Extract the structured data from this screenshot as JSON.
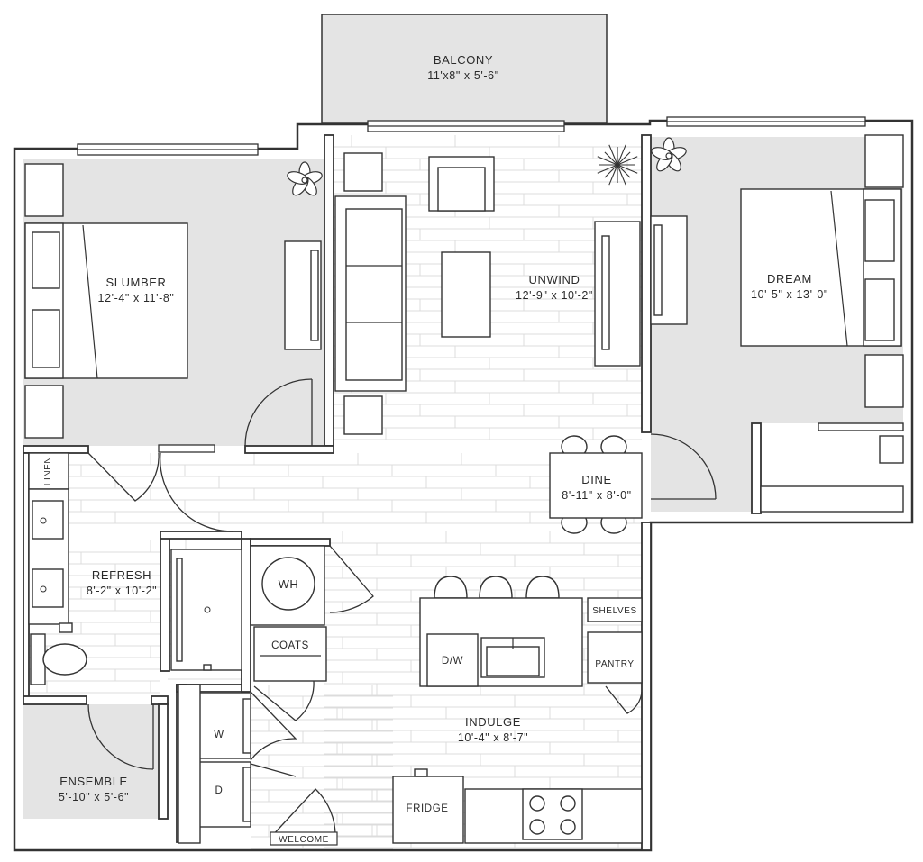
{
  "colors": {
    "carpet": "#e4e4e4",
    "wood_floor": "#ffffff",
    "wall": "#333333",
    "balcony": "#e4e4e4"
  },
  "rooms": {
    "balcony": {
      "name": "BALCONY",
      "dims": "11'x8\" x 5'-6\""
    },
    "unwind": {
      "name": "UNWIND",
      "dims": "12'-9\" x 10'-2\""
    },
    "slumber": {
      "name": "SLUMBER",
      "dims": "12'-4\" x 11'-8\""
    },
    "dream": {
      "name": "DREAM",
      "dims": "10'-5\" x 13'-0\""
    },
    "dine": {
      "name": "DINE",
      "dims": "8'-11\" x 8'-0\""
    },
    "refresh": {
      "name": "REFRESH",
      "dims": "8'-2\" x 10'-2\""
    },
    "indulge": {
      "name": "INDULGE",
      "dims": "10'-4\" x 8'-7\""
    },
    "ensemble": {
      "name": "ENSEMBLE",
      "dims": "5'-10\" x 5'-6\""
    }
  },
  "fixtures": {
    "linen": "LINEN",
    "wh": "WH",
    "coats": "COATS",
    "shelves": "SHELVES",
    "pantry": "PANTRY",
    "dw": "D/W",
    "washer": "W",
    "dryer": "D",
    "fridge": "FRIDGE",
    "welcome": "WELCOME"
  },
  "icons": [
    "plant-icon",
    "stove-icon",
    "sink-icon",
    "toilet-icon"
  ]
}
